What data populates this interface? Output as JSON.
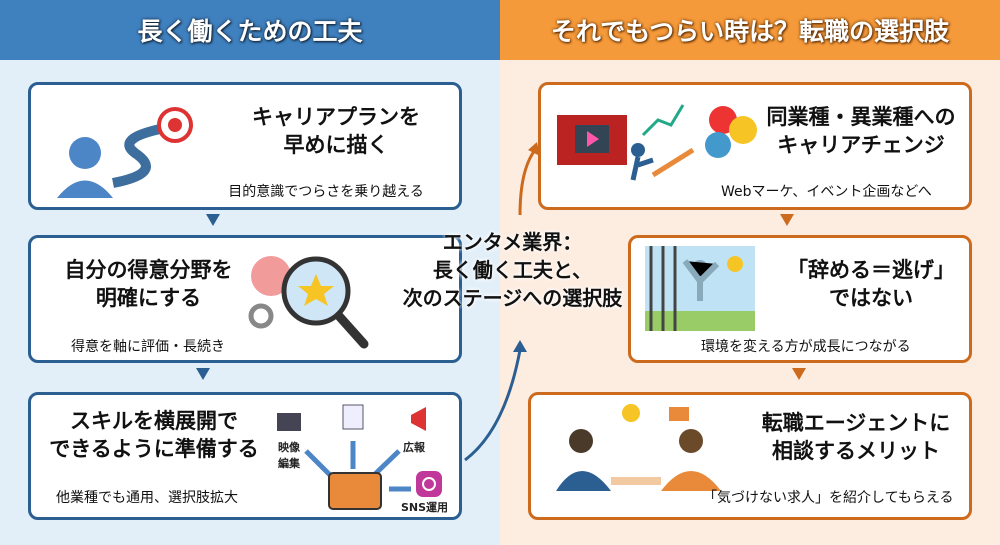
{
  "left": {
    "header": "長く働くための工夫",
    "cards": [
      {
        "title_lines": [
          "キャリアプランを",
          "早めに描く"
        ],
        "subtitle": "目的意識でつらさを乗り越える"
      },
      {
        "title_lines": [
          "自分の得意分野を",
          "明確にする"
        ],
        "subtitle": "得意を軸に評価・長続き"
      },
      {
        "title_lines": [
          "スキルを横展開で",
          "できるように準備する"
        ],
        "subtitle": "他業種でも通用、選択肢拡大",
        "skills": [
          "映像編集",
          "広報",
          "SNS運用"
        ]
      }
    ]
  },
  "right": {
    "header": "それでもつらい時は？転職の選択肢",
    "cards": [
      {
        "title_lines": [
          "同業種・異業種への",
          "キャリアチェンジ"
        ],
        "subtitle": "Webマーケ、イベント企画などへ"
      },
      {
        "title_lines": [
          "「辞める＝逃げ」",
          "ではない"
        ],
        "subtitle": "環境を変える方が成長につながる"
      },
      {
        "title_lines": [
          "転職エージェントに",
          "相談するメリット"
        ],
        "subtitle": "「気づけない求人」を紹介してもらえる"
      }
    ]
  },
  "center": {
    "lines": [
      "エンタメ業界：",
      "長く働く工夫と、",
      "次のステージへの選択肢"
    ]
  },
  "colors": {
    "blue": "#3f80bf",
    "orange": "#f59a3a"
  }
}
